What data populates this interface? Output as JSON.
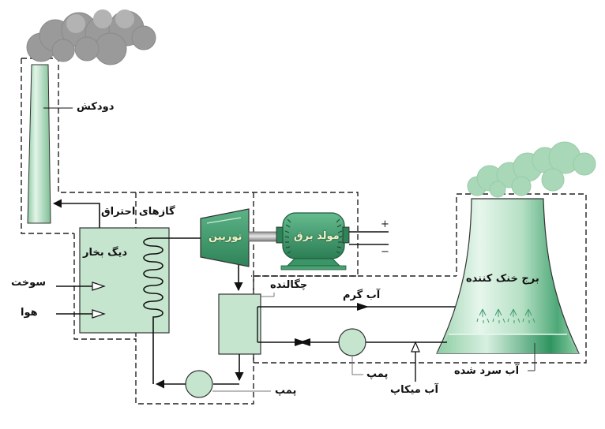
{
  "diagram": {
    "title": "Steam power plant schematic",
    "colors": {
      "component_fill": "#c6e5cf",
      "turbine_fill": "#3f9c6c",
      "generator_fill": "#3f9c6c",
      "smoke_gray": "#9c9c9c",
      "steam_green": "#a9d8b8",
      "tower_fill": "#bfe3cb",
      "line": "#111111",
      "dashed_boundary": "#222222"
    },
    "labels": {
      "chimney": "دودکش",
      "flue_gases": "گازهای احتراق",
      "boiler": "دیگ بخار",
      "fuel": "سوخت",
      "air": "هوا",
      "turbine": "توربین",
      "generator": "مولد برق",
      "plus": "+",
      "minus": "−",
      "condenser": "چگالنده",
      "hot_water": "آب گرم",
      "cooling_tower": "برج خنک کننده",
      "cooled_water": "آب سرد شده",
      "pump_cooling": "پمپ",
      "makeup_water": "آب میکاپ",
      "pump_feed": "پمپ"
    }
  }
}
